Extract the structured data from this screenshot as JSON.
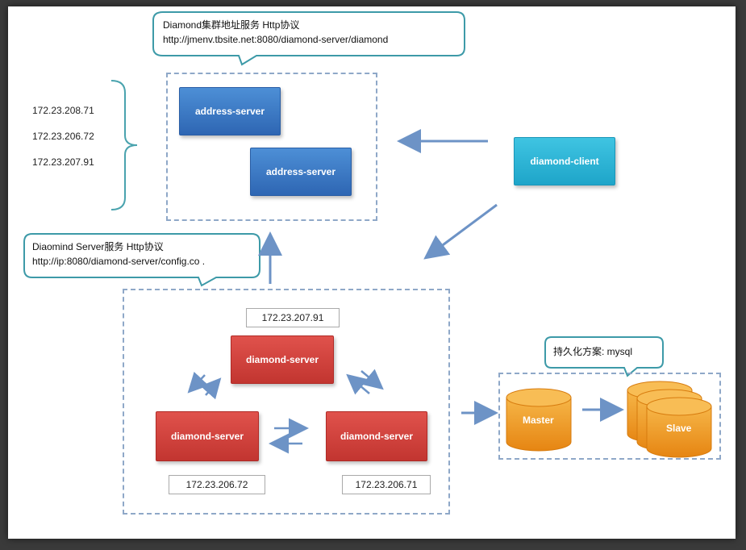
{
  "callouts": {
    "top_line1": "Diamond集群地址服务  Http协议",
    "top_line2": "http://jmenv.tbsite.net:8080/diamond-server/diamond",
    "mid_line1": "Diaomind Server服务    Http协议",
    "mid_line2": "http://ip:8080/diamond-server/config.co .",
    "right_line1": "持久化方案: mysql"
  },
  "address_ips": [
    "172.23.208.71",
    "172.23.206.72",
    "172.23.207.91"
  ],
  "address_servers": [
    "address-server",
    "address-server"
  ],
  "client": "diamond-client",
  "diamond_servers": {
    "top": "diamond-server",
    "left": "diamond-server",
    "right": "diamond-server"
  },
  "server_ips": {
    "top": "172.23.207.91",
    "left": "172.23.206.72",
    "right": "172.23.206.71"
  },
  "db": {
    "master": "Master",
    "slave": "Slave"
  },
  "colors": {
    "blue": "#3a7bd0",
    "cyan": "#2bb4d6",
    "red": "#d0433e",
    "orange": "#f29a1e",
    "arrow": "#6d93c6"
  }
}
